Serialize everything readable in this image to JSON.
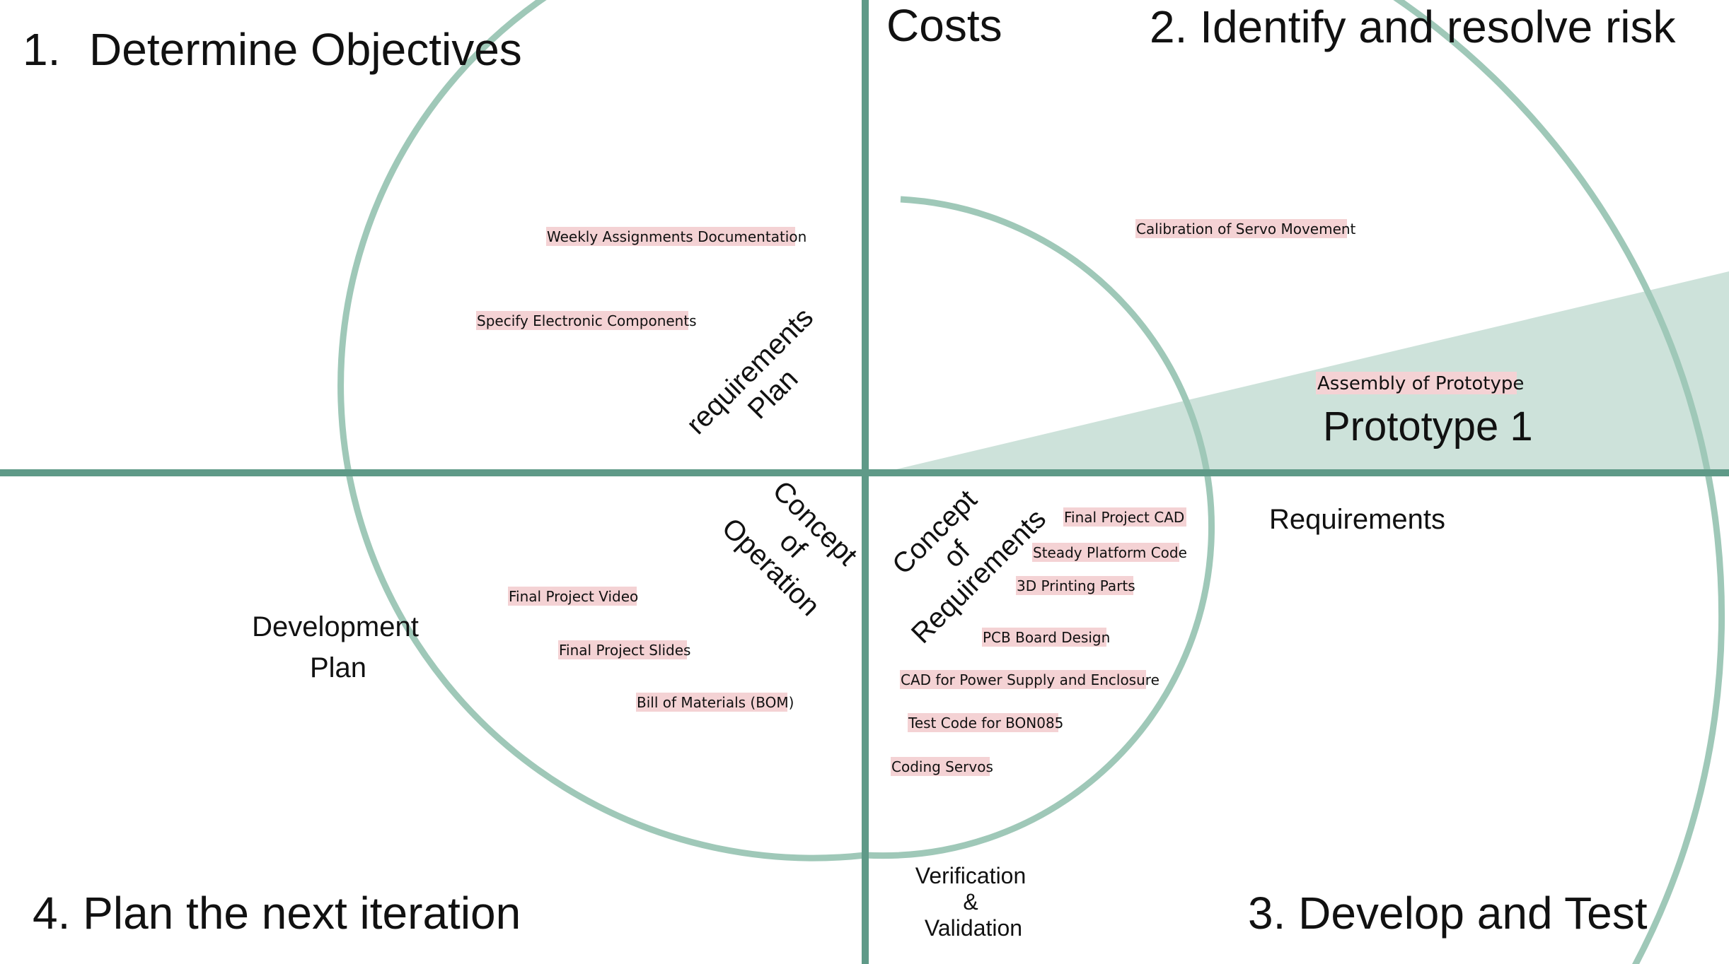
{
  "colors": {
    "axis": "#5f9a88",
    "spiral": "#9fc8b8",
    "prototype_fill": "#cde2da",
    "task_highlight": "#f4d2d4"
  },
  "quadrants": {
    "q1_number": "1.",
    "q1_title": "Determine Objectives",
    "q2_title": "2. Identify and resolve risk",
    "q3_title": "3. Develop and Test",
    "q4_title": "4. Plan the next iteration"
  },
  "axis_labels": {
    "costs": "Costs",
    "requirements": "Requirements",
    "development_plan": [
      "Development",
      "Plan"
    ],
    "requirements_plan": [
      "requirements",
      "Plan"
    ],
    "concept_of_operation": [
      "Concept",
      "of",
      "Operation"
    ],
    "concept_of_requirements": [
      "Concept",
      "of",
      "Requirements"
    ],
    "verification_validation": [
      "Verification",
      "&",
      "Validation"
    ]
  },
  "prototype": {
    "label": "Prototype 1",
    "task": "Assembly of Prototype"
  },
  "tasks": {
    "weekly_assignments": "Weekly Assignments Documentation",
    "specify_electronics": "Specify Electronic Components",
    "calibration_servo": "Calibration of Servo Movement",
    "final_project_cad": "Final Project CAD",
    "steady_platform_code": "Steady Platform Code",
    "printing_parts": "3D Printing Parts",
    "pcb_board_design": "PCB Board Design",
    "cad_power_supply": "CAD for Power Supply and Enclosure",
    "test_code_bon085": "Test Code for BON085",
    "coding_servos": "Coding Servos",
    "final_project_video": "Final Project Video",
    "final_project_slides": "Final Project Slides",
    "bill_of_materials": "Bill of Materials (BOM)"
  }
}
